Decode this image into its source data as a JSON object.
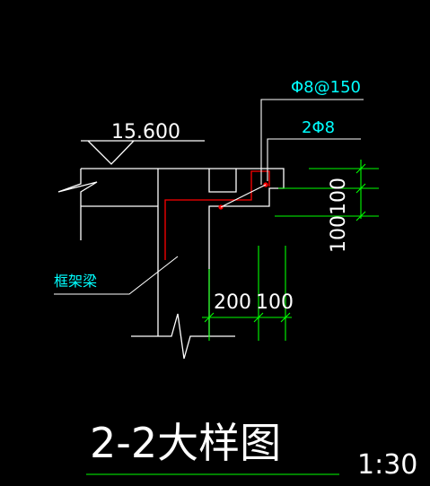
{
  "drawing": {
    "elevation": "15.600",
    "rebar_stirrup": "Φ8@150",
    "rebar_long": "2Φ8",
    "beam_label": "框架梁",
    "dim_horizontal_1": "200",
    "dim_horizontal_2": "100",
    "dim_vertical_1": "100",
    "dim_vertical_2": "100",
    "title": "2-2大样图",
    "scale": "1:30"
  },
  "colors": {
    "background": "#000000",
    "outline": "#ffffff",
    "dimension": "#00ff00",
    "leader_text": "#00ffff",
    "rebar": "#ff0000"
  }
}
